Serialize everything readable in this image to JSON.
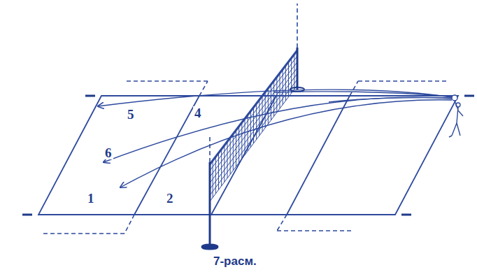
{
  "diagram": {
    "caption": "7-расм.",
    "labels": [
      "5",
      "4",
      "6",
      "1",
      "2"
    ]
  }
}
